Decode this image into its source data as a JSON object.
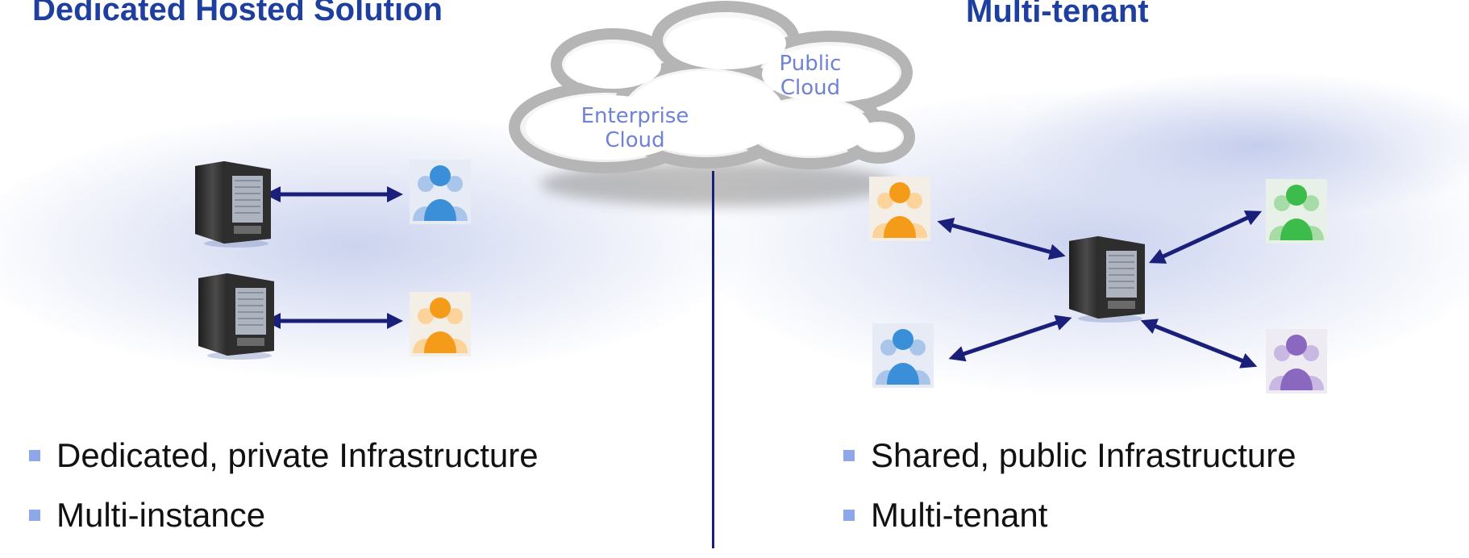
{
  "left": {
    "heading": "Dedicated Hosted Solution",
    "bullets": [
      "Dedicated, private Infrastructure",
      "Multi-instance"
    ]
  },
  "right": {
    "heading": "Multi-tenant",
    "bullets": [
      "Shared, public Infrastructure",
      "Multi-tenant"
    ]
  },
  "cloud": {
    "public_line1": "Public",
    "public_line2": "Cloud",
    "enterprise_line1": "Enterprise",
    "enterprise_line2": "Cloud"
  },
  "icons": {
    "server": "server-tower-icon",
    "people": "user-group-icon"
  },
  "colors": {
    "heading": "#1f3f9f",
    "arrow": "#1a1f7a",
    "bullet": "#8ea7e8",
    "cloud_label": "#6f82d6",
    "group_blue": "#3a8fd8",
    "group_orange": "#f59b1a",
    "group_green": "#3cbc4a",
    "group_purple": "#8a68c0"
  }
}
